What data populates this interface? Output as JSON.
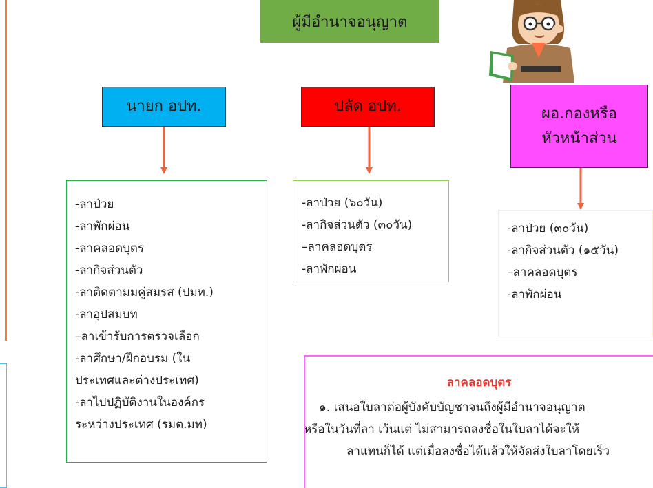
{
  "title": "ผู้มีอำนาจอนุญาต",
  "columns": [
    {
      "header": "นายก อปท.",
      "items": [
        "-ลาป่วย",
        " -ลาพักผ่อน",
        "-ลาคลอดบุตร",
        "-ลากิจส่วนตัว",
        "-ลาติดตามมคู่สมรส (ปมท.)",
        "-ลาอุปสมบท",
        "–ลาเข้ารับการตรวจเลือก",
        "-ลาศึกษา/ฝึกอบรม (ใน",
        "ประเทศและต่างประเทศ)",
        "-ลาไปปฏิบัติงานในองค์กร",
        "ระหว่างประเทศ (รมต.มท)"
      ]
    },
    {
      "header": "ปลัด อปท.",
      "items": [
        "-ลาป่วย (๖๐วัน)",
        "-ลากิจส่วนตัว (๓๐วัน)",
        "–ลาคลอดบุตร",
        " -ลาพักผ่อน"
      ]
    },
    {
      "header_line1": "ผอ.กองหรือ",
      "header_line2": "หัวหน้าส่วน",
      "items": [
        "-ลาป่วย (๓๐วัน)",
        "-ลากิจส่วนตัว (๑๕วัน)",
        "–ลาคลอดบุตร",
        " -ลาพักผ่อน"
      ]
    }
  ],
  "note": {
    "title": "ลาคลอดบุตร",
    "line1": "๑. เสนอใบลาต่อผู้บังคับบัญชาจนถึงผู้มีอำนาจอนุญาต",
    "line2": "หรือในวันที่ลา เว้นแต่ ไม่สามารถลงชื่อในใบลาได้จะให้",
    "line3": "ลาแทนก็ได้ แต่เมื่อลงชื่อได้แล้วให้จัดส่งใบลาโดยเร็ว"
  },
  "colors": {
    "title_bg": "#70ad47",
    "col1_bg": "#00b0f0",
    "col2_bg": "#ff0000",
    "col3_bg": "#ff4cff",
    "arrow": "#f4623a",
    "note_title": "#e53935"
  },
  "icons": [
    "teacher-cartoon-icon"
  ]
}
